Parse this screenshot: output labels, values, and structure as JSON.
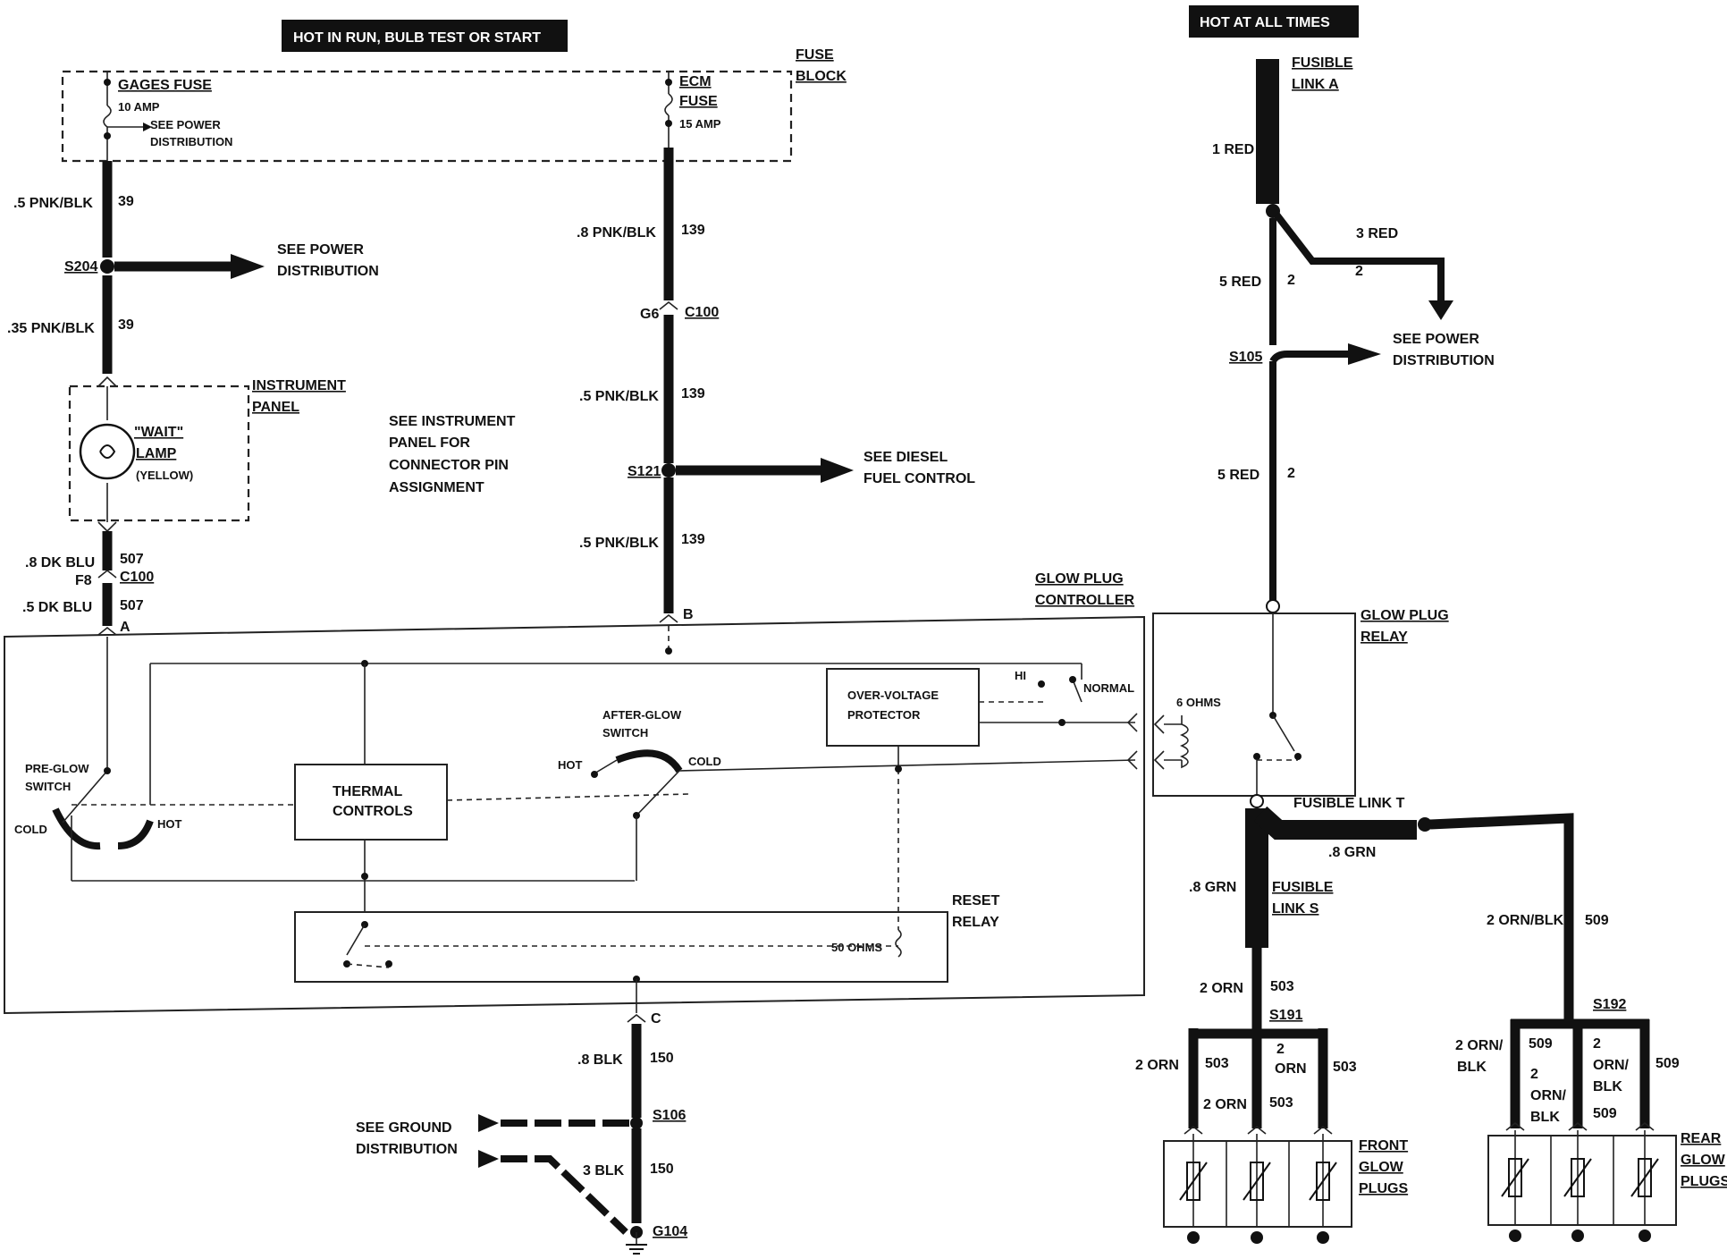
{
  "banners": {
    "hot_run": "HOT IN RUN, BULB TEST OR START",
    "hot_all": "HOT AT ALL TIMES"
  },
  "fuse_block": {
    "label_1": "FUSE",
    "label_2": "BLOCK",
    "gages_fuse": "GAGES FUSE",
    "gages_amp": "10 AMP",
    "see_power_1": "SEE POWER",
    "see_power_2": "DISTRIBUTION",
    "ecm_1": "ECM",
    "ecm_2": "FUSE",
    "ecm_amp": "15 AMP"
  },
  "left_wire": {
    "w1_gauge": ".5 PNK/BLK",
    "w1_circ": "39",
    "splice": "S204",
    "power_1": "SEE POWER",
    "power_2": "DISTRIBUTION",
    "w2_gauge": ".35 PNK/BLK",
    "w2_circ": "39"
  },
  "instrument_panel": {
    "label_1": "INSTRUMENT",
    "label_2": "PANEL",
    "wait": "\"WAIT\"",
    "lamp": "LAMP",
    "yellow": "(YELLOW)",
    "note_1": "SEE INSTRUMENT",
    "note_2": "PANEL FOR",
    "note_3": "CONNECTOR PIN",
    "note_4": "ASSIGNMENT"
  },
  "blu_wire": {
    "g1": ".8 DK BLU",
    "c1": "507",
    "pin": "F8",
    "conn": "C100",
    "g2": ".5 DK BLU",
    "c2": "507",
    "term": "A"
  },
  "center_wire": {
    "g1": ".8 PNK/BLK",
    "c1": "139",
    "pin": "G6",
    "conn": "C100",
    "g2": ".5 PNK/BLK",
    "c2": "139",
    "splice": "S121",
    "diesel_1": "SEE DIESEL",
    "diesel_2": "FUEL CONTROL",
    "g3": ".5 PNK/BLK",
    "c3": "139",
    "term": "B"
  },
  "controller": {
    "label_1": "GLOW PLUG",
    "label_2": "CONTROLLER",
    "ovp_1": "OVER-VOLTAGE",
    "ovp_2": "PROTECTOR",
    "hi": "HI",
    "normal": "NORMAL",
    "afterglow_1": "AFTER-GLOW",
    "afterglow_2": "SWITCH",
    "hot": "HOT",
    "cold": "COLD",
    "preglow_1": "PRE-GLOW",
    "preglow_2": "SWITCH",
    "pre_cold": "COLD",
    "pre_hot": "HOT",
    "thermal_1": "THERMAL",
    "thermal_2": "CONTROLS",
    "reset_1": "RESET",
    "reset_2": "RELAY",
    "ohms": "50 OHMS",
    "term_c": "C"
  },
  "ground": {
    "g1": ".8 BLK",
    "c1": "150",
    "splice": "S106",
    "see_1": "SEE GROUND",
    "see_2": "DISTRIBUTION",
    "g2": "3 BLK",
    "c2": "150",
    "gnd": "G104"
  },
  "right": {
    "fl_a_1": "FUSIBLE",
    "fl_a_2": "LINK A",
    "red1": "1 RED",
    "red3": "3 RED",
    "red3_c": "2",
    "red5a": "5 RED",
    "red5a_c": "2",
    "power_1": "SEE POWER",
    "power_2": "DISTRIBUTION",
    "splice": "S105",
    "red5b": "5 RED",
    "red5b_c": "2",
    "relay_1": "GLOW PLUG",
    "relay_2": "RELAY",
    "ohms": "6 OHMS",
    "fl_t": "FUSIBLE LINK T",
    "grn8a": ".8 GRN",
    "grn8b": ".8 GRN",
    "fl_s_1": "FUSIBLE",
    "fl_s_2": "LINK S",
    "orn_blk": "2 ORN/BLK",
    "orn_blk_c": "509",
    "orn": "2 ORN",
    "orn_c": "503",
    "s191": "S191",
    "s192": "S192",
    "f_l": "2 ORN",
    "f_lc": "503",
    "f_mid": "2 ORN",
    "f_midc": "503",
    "f_m1": "2",
    "f_m2": "ORN",
    "f_r": "503",
    "r_l1": "2 ORN/",
    "r_l2": "BLK",
    "r_lc": "509",
    "r_a1": "2",
    "r_a2": "ORN/",
    "r_a3": "BLK",
    "r_b1": "2",
    "r_b2": "ORN/",
    "r_b3": "BLK",
    "r_bc": "509",
    "r_rc": "509",
    "front_1": "FRONT",
    "front_2": "GLOW",
    "front_3": "PLUGS",
    "rear_1": "REAR",
    "rear_2": "GLOW",
    "rear_3": "PLUGS"
  }
}
